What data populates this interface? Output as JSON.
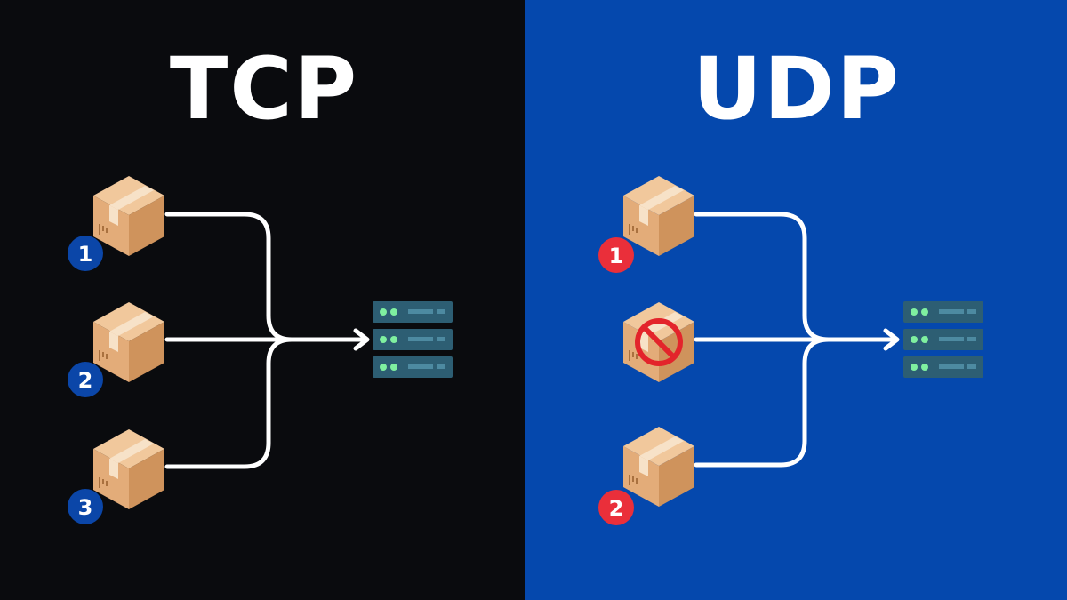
{
  "colors": {
    "tcp_background": "#0a0b0e",
    "udp_background": "#0548ad",
    "tcp_badge": "#0b46a8",
    "udp_badge": "#ea2f3a",
    "arrow": "#ffffff",
    "box": "#e3ac79",
    "server": "#2d5e73"
  },
  "tcp": {
    "title": "TCP",
    "packets": [
      {
        "label": "1",
        "status": "delivered"
      },
      {
        "label": "2",
        "status": "delivered"
      },
      {
        "label": "3",
        "status": "delivered"
      }
    ]
  },
  "udp": {
    "title": "UDP",
    "packets": [
      {
        "label": "1",
        "status": "delivered"
      },
      {
        "label": "",
        "status": "lost",
        "icon": "prohibited-icon"
      },
      {
        "label": "2",
        "status": "delivered"
      }
    ]
  }
}
